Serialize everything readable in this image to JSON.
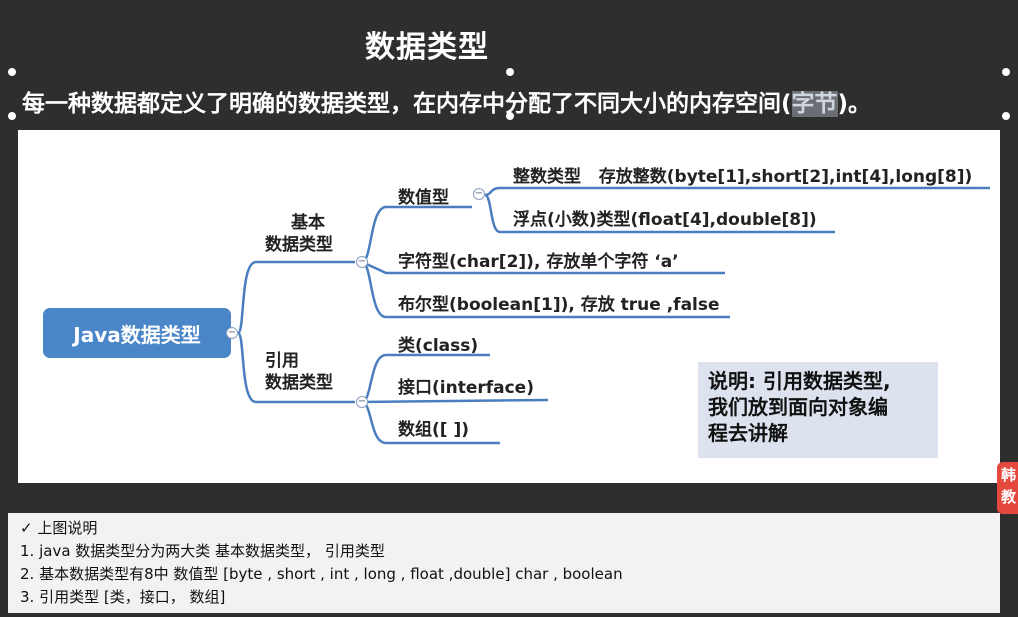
{
  "slide": {
    "title": "数据类型",
    "subtitle_main": "每一种数据都定义了明确的数据类型，在内存中分配了不同大小的内存空间(",
    "subtitle_highlight": "字节",
    "subtitle_end": ")。"
  },
  "mindmap": {
    "root": "Java数据类型",
    "primitive_line1": "基本",
    "primitive_line2": "数据类型",
    "reference_line1": "引用",
    "reference_line2": "数据类型",
    "numeric": "数值型",
    "integer": "整数类型   存放整数(byte[1],short[2],int[4],long[8])",
    "float": "浮点(小数)类型(float[4],double[8])",
    "char": "字符型(char[2]), 存放单个字符  ‘a’",
    "boolean": "布尔型(boolean[1]), 存放 true ,false",
    "class": "类(class)",
    "interface": "接口(interface)",
    "array": "数组([ ])",
    "collapse_symbol": "−"
  },
  "note": {
    "line1": "说明: 引用数据类型,",
    "line2": "我们放到面向对象编",
    "line3": "程去讲解"
  },
  "badge": {
    "line1": "韩",
    "line2": "教"
  },
  "explanation": {
    "heading": "✓  上图说明",
    "items": [
      "1. java 数据类型分为两大类 基本数据类型，  引用类型",
      "2. 基本数据类型有8中  数值型 [byte , short , int , long , float ,double] char , boolean",
      "3. 引用类型 [类，接口，  数组]"
    ]
  }
}
